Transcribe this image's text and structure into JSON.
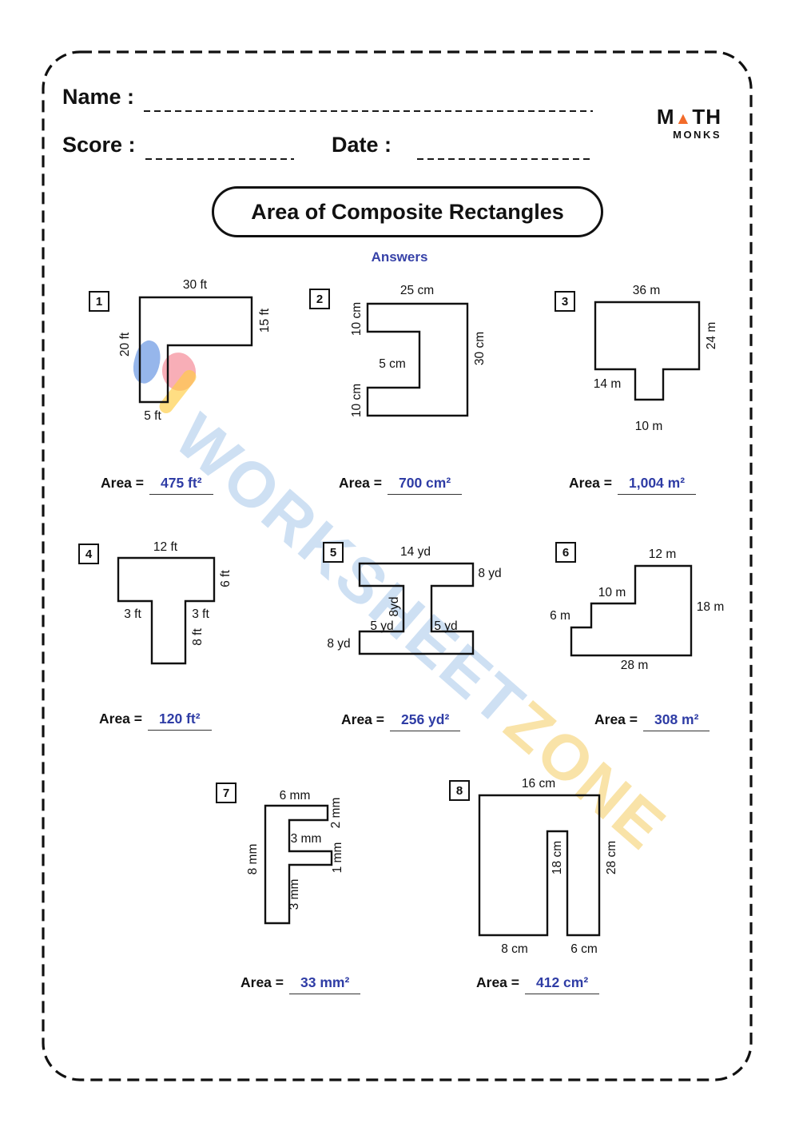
{
  "header": {
    "name_label": "Name :",
    "score_label": "Score :",
    "date_label": "Date :",
    "title": "Area of Composite Rectangles",
    "answers_label": "Answers",
    "logo_m": "M",
    "logo_triangle": "▲",
    "logo_th": "TH",
    "logo_monks": "MONKS"
  },
  "watermark_part1": "WORKSHEET",
  "watermark_part2": "ZONE",
  "area_label": "Area =",
  "colors": {
    "answer_blue": "#2e3ca5",
    "answers_heading_blue": "#3742a8",
    "logo_orange": "#f26b2a",
    "watermark_blue": "#a5c6e9",
    "watermark_yellow": "#f6d273"
  },
  "problems": [
    {
      "number": "1",
      "dims": [
        "30 ft",
        "15 ft",
        "20 ft",
        "5 ft"
      ],
      "answer": "475 ft²"
    },
    {
      "number": "2",
      "dims": [
        "25 cm",
        "10 cm",
        "5 cm",
        "10 cm",
        "30 cm"
      ],
      "answer": "700 cm²"
    },
    {
      "number": "3",
      "dims": [
        "36 m",
        "24 m",
        "14 m",
        "10 m"
      ],
      "answer": "1,004 m²"
    },
    {
      "number": "4",
      "dims": [
        "12 ft",
        "6 ft",
        "3 ft",
        "3 ft",
        "8 ft"
      ],
      "answer": "120 ft²"
    },
    {
      "number": "5",
      "dims": [
        "14 yd",
        "8 yd",
        "8yd",
        "5 yd",
        "5 yd",
        "8 yd"
      ],
      "answer": "256 yd²"
    },
    {
      "number": "6",
      "dims": [
        "12 m",
        "10 m",
        "6 m",
        "18 m",
        "28 m"
      ],
      "answer": "308 m²"
    },
    {
      "number": "7",
      "dims": [
        "6 mm",
        "2 mm",
        "8 mm",
        "3 mm",
        "1 mm",
        "3 mm"
      ],
      "answer": "33 mm²"
    },
    {
      "number": "8",
      "dims": [
        "16 cm",
        "28 cm",
        "18 cm",
        "8 cm",
        "6 cm"
      ],
      "answer": "412 cm²"
    }
  ]
}
